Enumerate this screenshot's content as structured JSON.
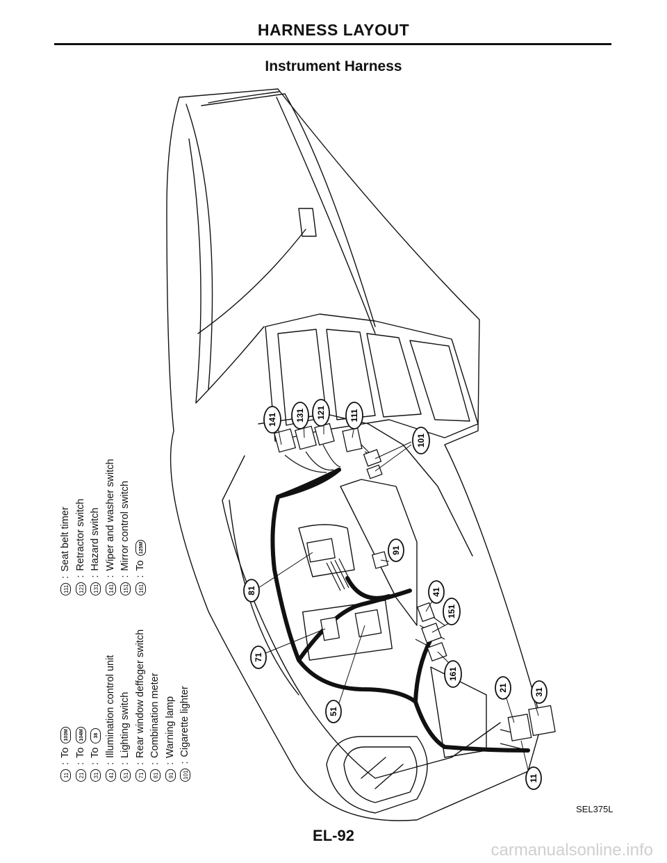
{
  "header": {
    "title": "HARNESS LAYOUT"
  },
  "subtitle": "Instrument Harness",
  "legend_left": [
    {
      "code": "11",
      "text": "To",
      "ref": "103M"
    },
    {
      "code": "21",
      "text": "To",
      "ref": "104M"
    },
    {
      "code": "31",
      "text": "To",
      "ref": "38"
    },
    {
      "code": "41",
      "text": "Illumination control unit"
    },
    {
      "code": "51",
      "text": "Lighting switch"
    },
    {
      "code": "71",
      "text": "Rear window deffoger switch"
    },
    {
      "code": "81",
      "text": "Combination meter"
    },
    {
      "code": "91",
      "text": "Warning lamp"
    },
    {
      "code": "101",
      "text": "Cigarette lighter"
    }
  ],
  "legend_right": [
    {
      "code": "111",
      "text": "Seat belt timer"
    },
    {
      "code": "121",
      "text": "Retractor switch"
    },
    {
      "code": "131",
      "text": "Hazard switch"
    },
    {
      "code": "141",
      "text": "Wiper and washer switch"
    },
    {
      "code": "151",
      "text": "Mirror control switch"
    },
    {
      "code": "161",
      "text": "To",
      "ref": "125M"
    }
  ],
  "callouts": [
    "141",
    "131",
    "121",
    "111",
    "101",
    "91",
    "81",
    "71",
    "51",
    "41",
    "151",
    "161",
    "21",
    "31",
    "11"
  ],
  "figure_ref": "SEL375L",
  "page_number": "EL-92",
  "watermark": "carmanualsonline.info"
}
